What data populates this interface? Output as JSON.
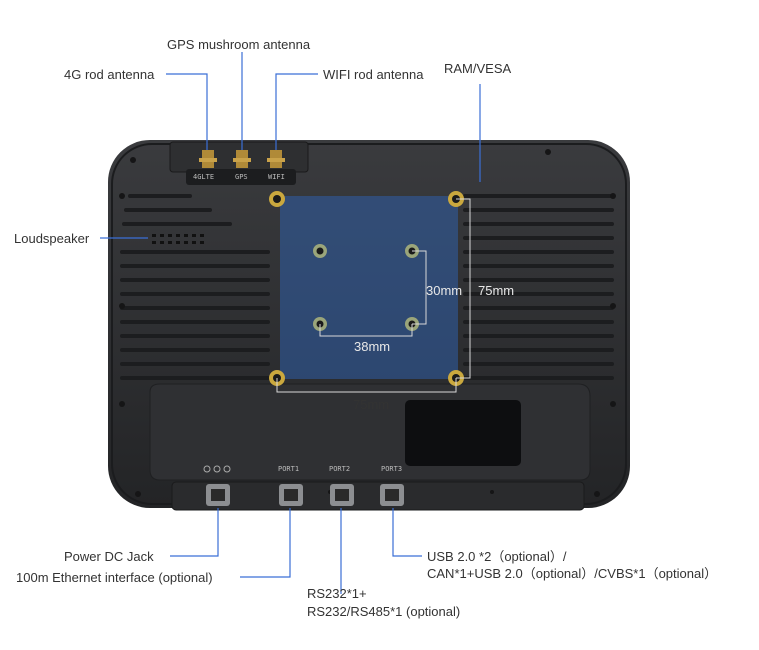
{
  "callouts": {
    "gps_mushroom_antenna": "GPS mushroom antenna",
    "rod_4g_antenna": "4G rod antenna",
    "wifi_rod_antenna": "WIFI rod antenna",
    "ram_vesa": "RAM/VESA",
    "loudspeaker": "Loudspeaker",
    "power_dc_jack": "Power DC Jack",
    "ethernet": "100m Ethernet interface (optional)",
    "rs232_line1": "RS232*1+",
    "rs232_line2": "RS232/RS485*1 (optional)",
    "usb_line1": "USB 2.0 *2（optional）/",
    "usb_line2": "CAN*1+USB 2.0（optional）/CVBS*1（optional）"
  },
  "dimensions": {
    "inner_height": "30mm",
    "inner_width": "38mm",
    "outer_height": "75mm",
    "outer_width": "75mm"
  },
  "port_labels": {
    "lte": "4GLTE",
    "gps": "GPS",
    "wifi": "WIFI",
    "port1": "PORT1",
    "port2": "PORT2",
    "port3": "PORT3"
  },
  "colors": {
    "callout_line": "#3b6fd6",
    "vesa_overlay": "#2f5fa8",
    "device_body": "#2b2c2e"
  }
}
